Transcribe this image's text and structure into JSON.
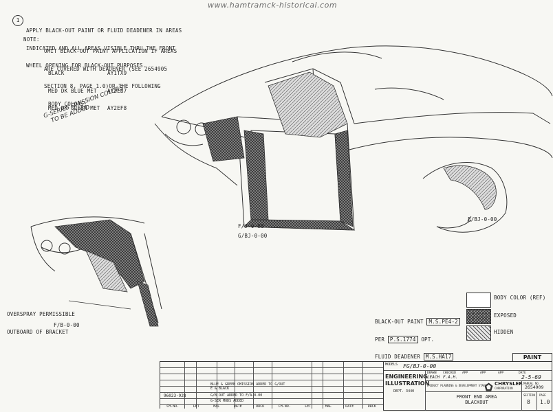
{
  "watermark": "www.hamtramck-historical.com",
  "notes": {
    "note_number": "1",
    "note1_lines": [
      "APPLY BLACK-OUT PAINT OR FLUID DEADENER IN AREAS",
      "INDICATED AND ALL AREAS VISIBLE THRU THE FRONT",
      "WHEEL OPENING FOR BLACK-OUT PURPOSES."
    ],
    "note_label": "NOTE:",
    "note2_lines": [
      "OMIT BLACK-OUT PAINT APPLICATION IF AREAS",
      "ARE COVERED WITH DEADENER (SEE 2654905",
      "SECTION 8, PAGE 1.0)OR THE FOLLOWING",
      "BODY COLORS:"
    ],
    "colors": [
      {
        "name": "BLACK",
        "code": "AY1TX9"
      },
      {
        "name": "MED DK BLUE MET",
        "code": "AY2EB7"
      },
      {
        "name": "MED DK GREEN MET",
        "code": "AY2EF8"
      }
    ]
  },
  "handwritten": [
    "G-SERIES OMISSION COLORS",
    "TO BE ADDED"
  ],
  "labels": {
    "fj": "F/J-0-00",
    "gbj": "G/BJ-0-00",
    "fbj": "F/BJ-0-00",
    "fb": "F/B-0-00",
    "overspray": [
      "OVERSPRAY PERMISSIBLE",
      "OUTBOARD OF BRACKET"
    ]
  },
  "legend": {
    "paint_prefix": [
      "BLACK-OUT PAINT",
      "PER",
      "FLUID DEADENER"
    ],
    "paint_spec": "M.S.PE4-2",
    "per_spec": "P.S.1774",
    "per_suffix": "OPT.",
    "deadener_spec": "M.S.HA17",
    "items": [
      {
        "label": "BODY COLOR (REF)"
      },
      {
        "label": "EXPOSED"
      },
      {
        "label": "HIDDEN"
      }
    ]
  },
  "title_block": {
    "section": "PAINT",
    "models_label": "MODELS",
    "models_value": "FG/BJ-0-00",
    "org_lines": [
      "ENGINEERING",
      "ILLUSTRATION"
    ],
    "dept": "DEPT. 3440",
    "drawn_label": "DRAWN",
    "drawn_value": "LEACH",
    "checked_label": "CHECKED",
    "checked_value": "F.A.H.",
    "app1_label": "APP",
    "app2_label": "APP",
    "app3_label": "APP",
    "date_label": "DATE",
    "date_value": "2-5-69",
    "company": "CHRYSLER",
    "company_sub": "CORPORATION",
    "division": "PRODUCT PLANNING & DEVELOPMENT STAFF",
    "manual_label": "MANUAL NO.",
    "manual_value": "2654909",
    "title_lines": [
      "FRONT END AREA",
      "BLACKOUT"
    ],
    "section_label": "SECTION",
    "section_value": "8",
    "page_label": "PAGE",
    "page_value": "1.0",
    "revisions": [
      {
        "number": "96023-928",
        "text": "BLUE & GREEN OMISSION ADDED TO G/OUT E & BLACK"
      },
      {
        "number": "",
        "text": "G/B OUT ADDED TO F/A-0-00"
      },
      {
        "number": "",
        "text": "G-SER MODS ADDED"
      }
    ],
    "rev_headers": [
      "CH.NO.",
      "LET",
      "MAL",
      "DATE",
      "DRCK",
      "CH.NO.",
      "LET",
      "MAL",
      "DATE",
      "DRCK"
    ]
  }
}
